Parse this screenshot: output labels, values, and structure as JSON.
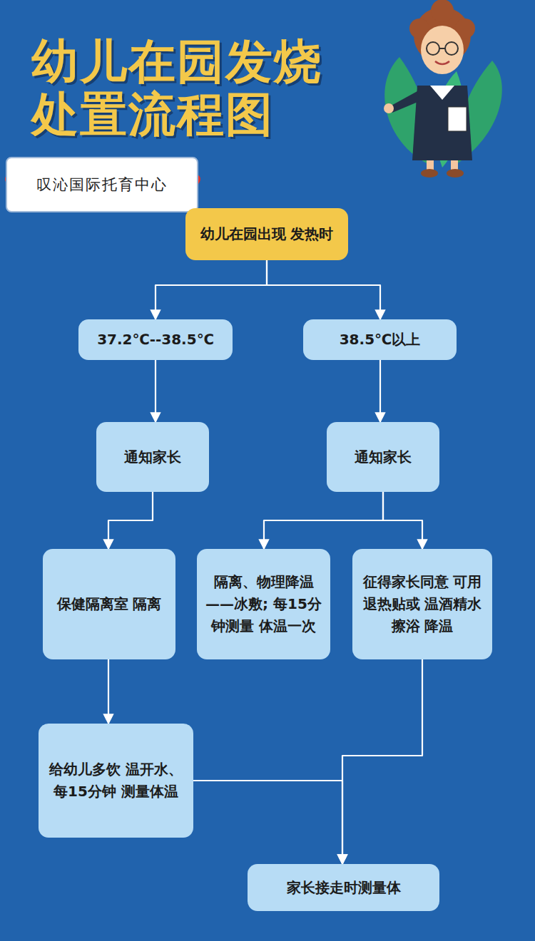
{
  "diagram": {
    "title": "幼儿在园发烧 处置流程图",
    "nodes": [
      {
        "text": [
          "幼儿在园出现 发热时"
        ]
      },
      {
        "text": [
          "37.2℃--38.5℃"
        ]
      },
      {
        "text": [
          "38.5℃以上"
        ]
      },
      {
        "text": [
          "通知家长"
        ]
      },
      {
        "text": [
          "通知家长"
        ]
      },
      {
        "text": [
          "保健隔离室 隔离"
        ]
      },
      {
        "text": [
          "隔离、物理降温 ——冰敷; 每15分钟测量 体温一次"
        ]
      },
      {
        "text": [
          "征得家长同意 可用退热贴或 温酒精水擦浴 降温"
        ]
      },
      {
        "text": [
          "给幼儿多饮 温开水、每15分钟 测量体温"
        ]
      },
      {
        "text": [
          "家长接走时测量体"
        ]
      }
    ],
    "edges": [
      {
        "from": 0,
        "to": 1,
        "arrow": "to"
      },
      {
        "from": 0,
        "to": 2,
        "arrow": "to"
      },
      {
        "from": 1,
        "to": 3,
        "arrow": "to"
      },
      {
        "from": 2,
        "to": 4,
        "arrow": "to"
      },
      {
        "from": 3,
        "to": 5,
        "arrow": "to"
      },
      {
        "from": 4,
        "to": 6,
        "arrow": "to"
      },
      {
        "from": 4,
        "to": 7,
        "arrow": "to"
      },
      {
        "from": 5,
        "to": 8,
        "arrow": "to"
      },
      {
        "from": 8,
        "to": 9,
        "arrow": "to"
      },
      {
        "from": 7,
        "to": 9,
        "arrow": "to"
      }
    ],
    "labels": [
      "叹沁国际托育中心"
    ]
  }
}
